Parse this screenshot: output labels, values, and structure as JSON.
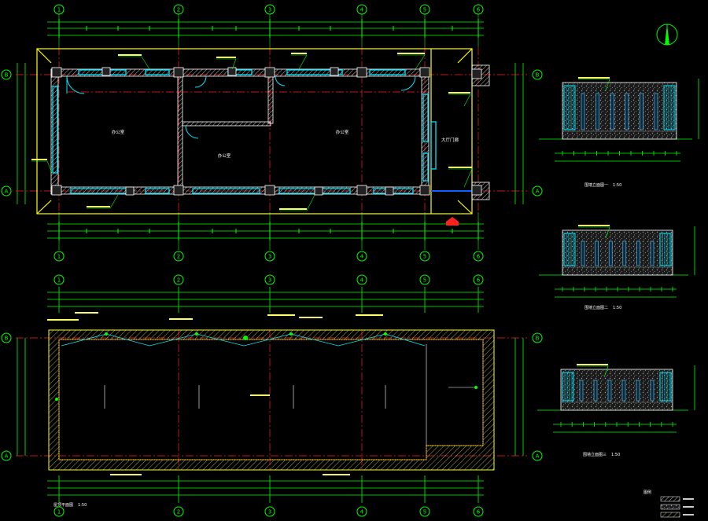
{
  "plan": {
    "grid_cols": [
      "1",
      "2",
      "3",
      "4",
      "5",
      "6"
    ],
    "grid_rows": [
      "A",
      "B"
    ],
    "rooms": [
      "办公室",
      "办公室",
      "办公室",
      "大厅门廊"
    ],
    "title": "屋顶平面图",
    "scale": "1:50"
  },
  "elevations": [
    {
      "title": "围墙立面图一",
      "scale": "1:50"
    },
    {
      "title": "围墙立面图二",
      "scale": "1:50"
    },
    {
      "title": "围墙立面图三",
      "scale": "1:50"
    }
  ],
  "legend": {
    "title": "图例"
  },
  "colors": {
    "background": "#000000",
    "dimension": "#00ff00",
    "wall": "#ffff00",
    "axis": "#ff2020",
    "window": "#00e5ff",
    "text": "#ffffff",
    "label": "#ffff66",
    "door": "#00aaff"
  }
}
